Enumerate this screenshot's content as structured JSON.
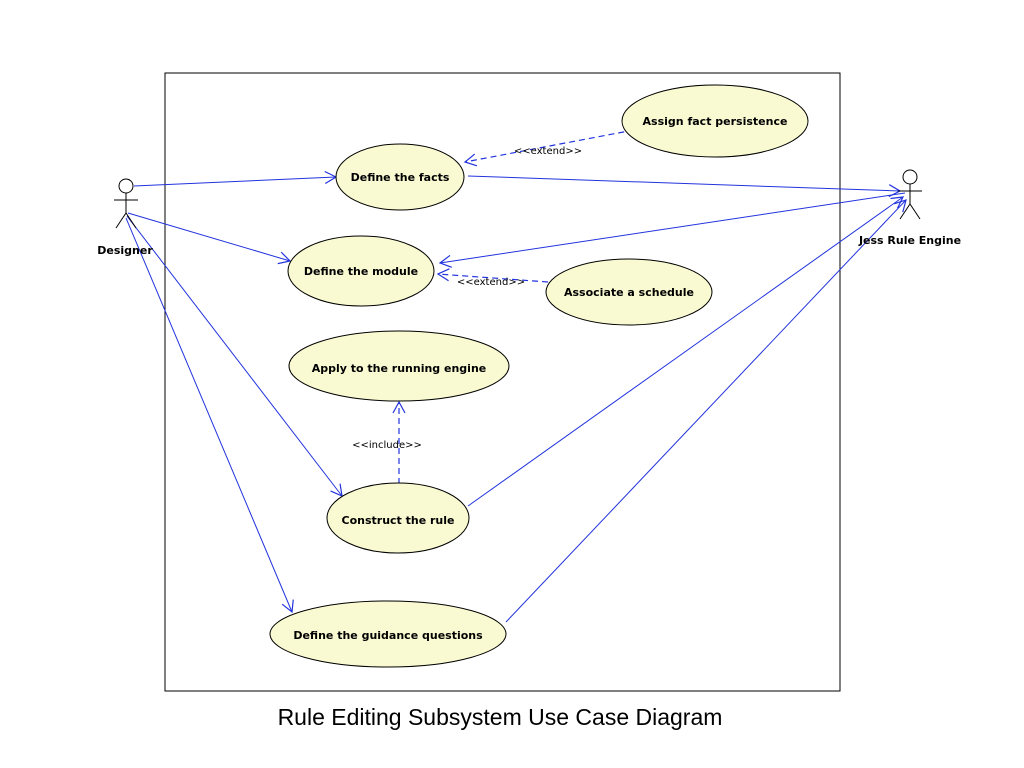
{
  "caption": "Rule Editing Subsystem Use Case Diagram",
  "colors": {
    "association": "#2233dd",
    "dependency": "#2233dd",
    "usecase_fill": "#fafad2",
    "border": "#000000"
  },
  "actors": {
    "designer": "Designer",
    "engine": "Jess Rule Engine"
  },
  "use_cases": {
    "define_facts": "Define the facts",
    "assign_persistence": "Assign fact persistence",
    "define_module": "Define the module",
    "associate_schedule": "Associate a schedule",
    "apply_engine": "Apply to the running engine",
    "construct_rule": "Construct the rule",
    "guidance_questions": "Define the guidance questions"
  },
  "stereotypes": {
    "extend_persistence": "<<extend>>",
    "extend_schedule": "<<extend>>",
    "include_apply": "<<include>>"
  }
}
